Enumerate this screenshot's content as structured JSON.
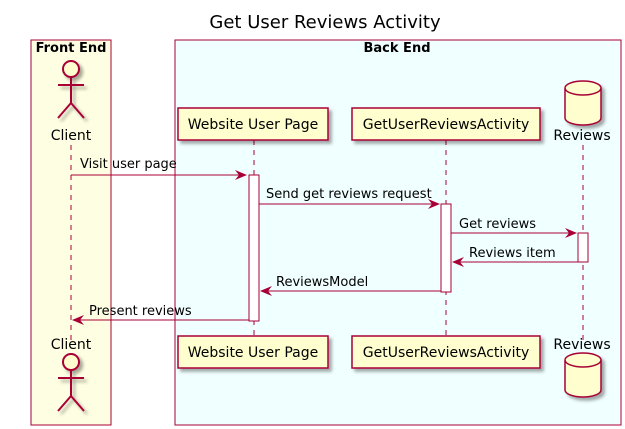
{
  "title": "Get User Reviews Activity",
  "boxes": {
    "front": "Front End",
    "back": "Back End"
  },
  "participants": {
    "client": "Client",
    "website": "Website User Page",
    "activity": "GetUserReviewsActivity",
    "reviews": "Reviews"
  },
  "messages": [
    "Visit user page",
    "Send get reviews request",
    "Get reviews",
    "Reviews item",
    "ReviewsModel",
    "Present reviews"
  ],
  "colors": {
    "front_box_fill": "#fefee2",
    "back_box_fill": "#f0ffff",
    "box_stroke": "#a80036",
    "participant_fill": "#fefece",
    "arrow": "#a80036",
    "lifeline": "#a80036"
  }
}
